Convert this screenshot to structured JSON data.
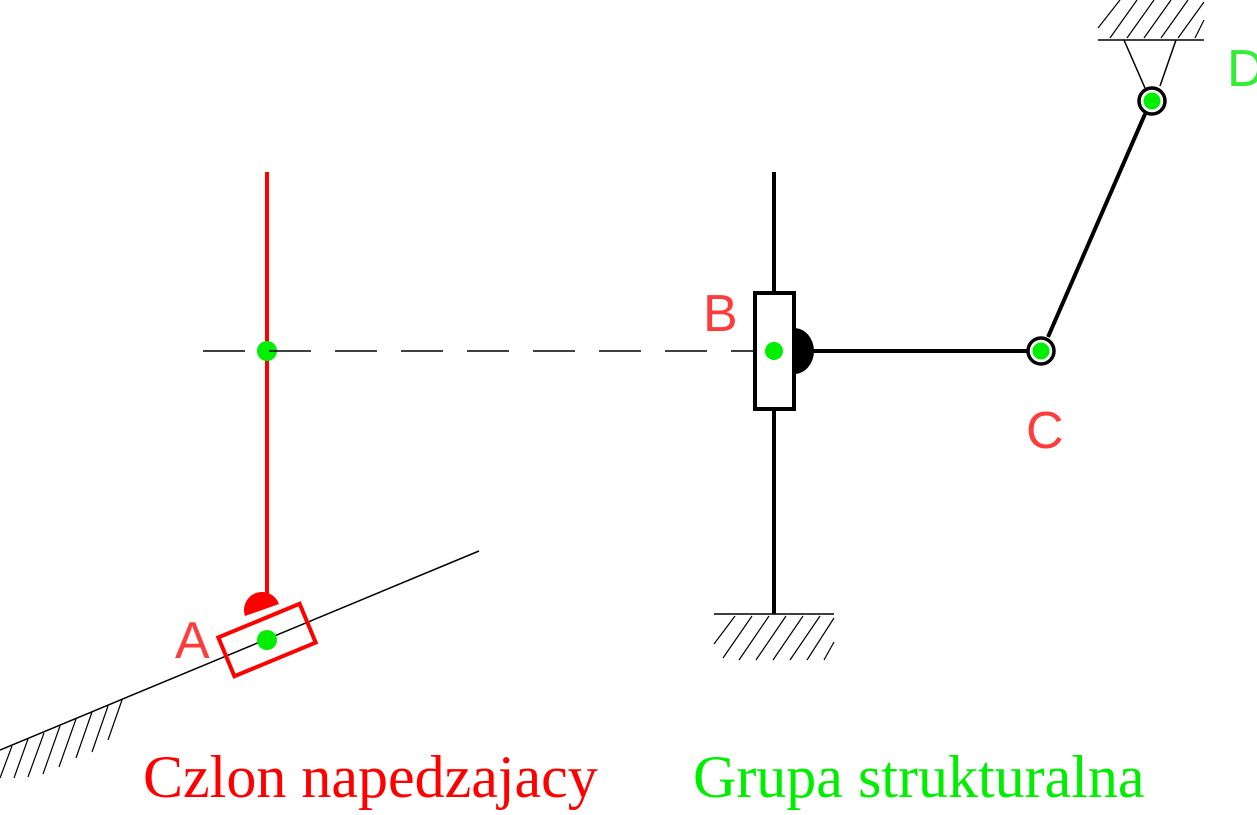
{
  "labels": {
    "A": "A",
    "B": "B",
    "C": "C",
    "D": "D"
  },
  "captions": {
    "driving_link": "Czlon napedzajacy",
    "structural_group": "Grupa strukturalna"
  },
  "colors": {
    "driving": "#ff0000",
    "group": "#000000",
    "joint_center": "#00ee00",
    "label_red": "#ff3b3b",
    "label_green": "#33ee33",
    "ground": "#000000"
  }
}
